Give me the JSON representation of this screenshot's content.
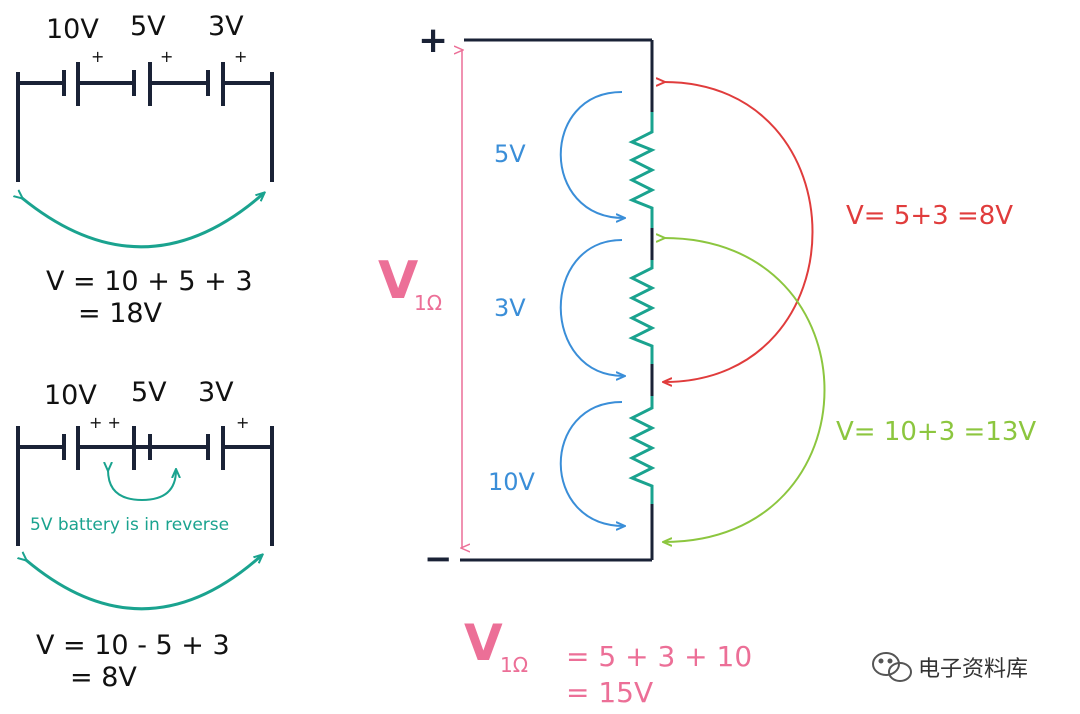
{
  "colors": {
    "wire": "#1a2236",
    "teal": "#1aa38f",
    "blue": "#3a8ed8",
    "red": "#e03c3c",
    "green": "#8cc63f",
    "pink": "#ec6f97",
    "gray": "#444444"
  },
  "panel_a": {
    "labels": [
      "10V",
      "5V",
      "3V"
    ],
    "plus": "+",
    "eq_line1": "V = 10 + 5 + 3",
    "eq_line2": "= 18V"
  },
  "panel_b": {
    "labels": [
      "10V",
      "5V",
      "3V"
    ],
    "plus_pair": "+ +",
    "plus": "+",
    "note": "5V battery is in reverse",
    "eq_line1": "V = 10 - 5 + 3",
    "eq_line2": "= 8V"
  },
  "circuit": {
    "plus_terminal": "+",
    "minus_terminal": "−",
    "v_symbol": "V",
    "v_subscript": "1Ω",
    "drop_top": "5V",
    "drop_mid": "3V",
    "drop_bottom": "10V",
    "red_eq": "V= 5+3 =8V",
    "green_eq": "V= 10+3 =13V",
    "sum_line1": "= 5 + 3 + 10",
    "sum_line2": "= 15V"
  },
  "watermark": {
    "text": "电子资料库"
  }
}
